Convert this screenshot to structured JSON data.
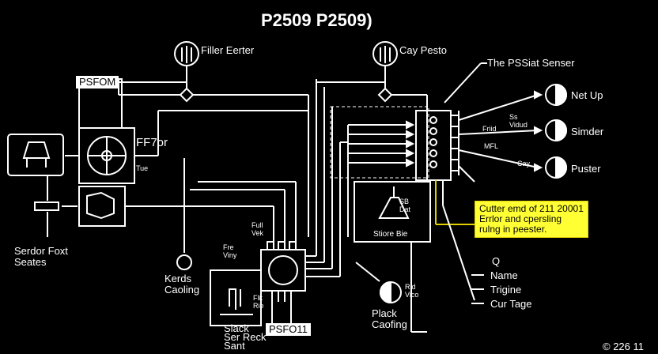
{
  "title": "P2509 P2509)",
  "labels": {
    "filler_eerter": "Filler Eerter",
    "cay_pesto": "Cay Pesto",
    "pssiat_senser": "The PSSiat Senser",
    "psfom": "PSFOM",
    "ff7_top": "FF7or",
    "ff7_sub": "Tue",
    "net_up": "Net Up",
    "simder": "Simder",
    "puster": "Puster",
    "ss_vidud": "Ss\nVidud",
    "frid": "Friid",
    "mfl": "MFL",
    "cay": "Cay",
    "ful_vek": "Full\nVek",
    "fre_viny": "Fre\nViny",
    "serdor_foxt": "Serdor Foxt\nSeates",
    "kerds_caoling": "Kerds\nCaoling",
    "sb_dat": "SB\nDat",
    "stiore_bie": "Stiore Bie",
    "rid_vico": "Rid\nVico",
    "plack_caofing": "Plack\nCaofing",
    "slack_ser_reck": "Slack\nSer Reck\nSant",
    "psfo11": "PSFO11",
    "flit_rie": "Flit\nRie",
    "q": "Q",
    "name": "Name",
    "trigine": "Trigine",
    "cur_tage": "Cur Tage",
    "copyright": "© 226 11"
  },
  "note": {
    "text": "Cutter emd of 211 20001\nErrlor and cpersling\nrulng in peester."
  },
  "colors": {
    "background": "#000000",
    "line": "#ffffff",
    "note_fill": "#ffff33",
    "note_line": "#e0d000"
  }
}
